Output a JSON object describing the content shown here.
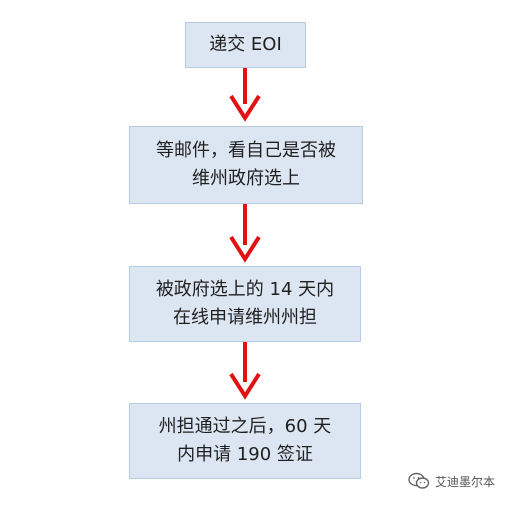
{
  "flowchart": {
    "steps": [
      {
        "lines": [
          "递交 EOI"
        ]
      },
      {
        "lines": [
          "等邮件，看自己是否被",
          "维州政府选上"
        ]
      },
      {
        "lines": [
          "被政府选上的 14 天内",
          "在线申请维州州担"
        ]
      },
      {
        "lines": [
          "州担通过之后，60 天",
          "内申请 190 签证"
        ]
      }
    ],
    "arrow_color": "#e31212",
    "box_fill": "#dce6f2",
    "box_border": "#b9cbe0"
  },
  "watermark": {
    "icon": "wechat-icon",
    "text": "艾迪墨尔本"
  }
}
